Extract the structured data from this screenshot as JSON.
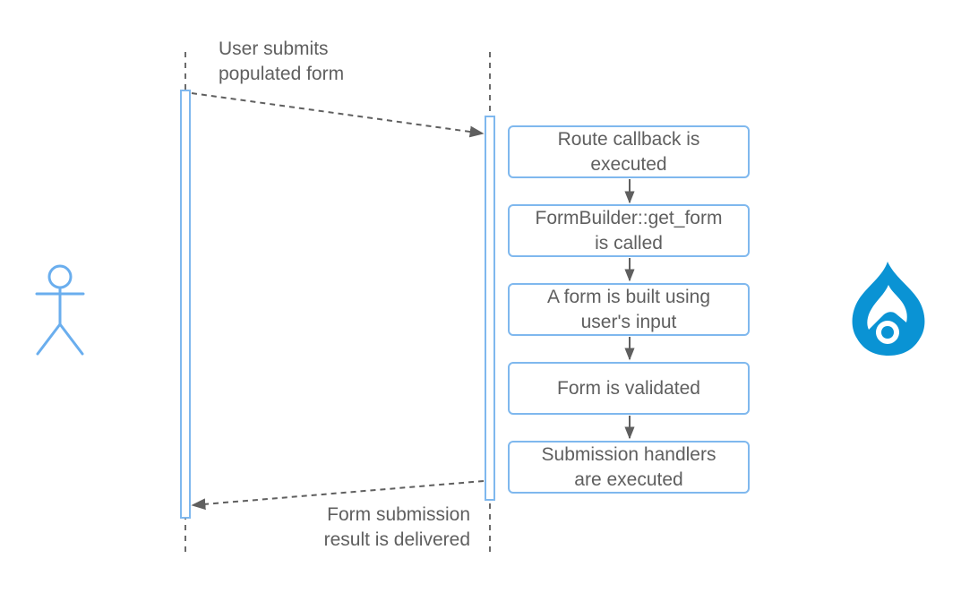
{
  "colors": {
    "lifeline_dash": "#6b6b6b",
    "activation_border": "#7fb8ee",
    "step_border": "#7fb8ee",
    "arrow": "#5f5f5f",
    "text": "#5f5f5f",
    "actor": "#6aaeee",
    "logo": "#0a93d4"
  },
  "actors": {
    "user_icon": "stick-figure-icon",
    "system_icon": "drupal-drop-icon"
  },
  "messages": {
    "request": "User submits\npopulated form",
    "response": "Form submission\nresult is delivered"
  },
  "steps": [
    "Route callback is\nexecuted",
    "FormBuilder::get_form\nis called",
    "A form is built using\nuser's input",
    "Form is validated",
    "Submission handlers\nare executed"
  ]
}
